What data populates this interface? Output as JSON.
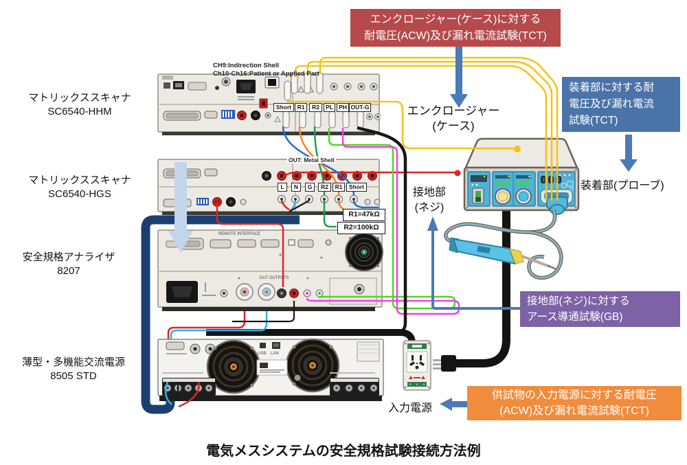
{
  "page_title": "電気メスシステムの安全規格試験接続方法例",
  "callouts": {
    "enclosure": {
      "lines": [
        "エンクロージャー(ケース)に対する",
        "耐電圧(ACW)及び漏れ電流試験(TCT)"
      ],
      "bg": "#b5494b"
    },
    "applied_part": {
      "lines": [
        "装着部に対する耐",
        "電圧及び漏れ電流",
        "試験(TCT)"
      ],
      "bg": "#4a73a8"
    },
    "ground_bond": {
      "lines": [
        "接地部(ネジ)に対する",
        "アース導通試験(GB)"
      ],
      "bg": "#7d62a6"
    },
    "input_power": {
      "lines": [
        "供試物の入力電源に対する耐電圧",
        "(ACW)及び漏れ電流試験(TCT)"
      ],
      "bg": "#f08c3c"
    }
  },
  "devices": {
    "scanner1": {
      "name": "マトリックススキャナ",
      "model": "SC6540-HHM",
      "annotation_lines": [
        "CH9:Indirection Shell",
        "Ch10-Ch16:Patient or Applied Part"
      ],
      "ports": [
        "Short",
        "R1",
        "R2",
        "PL",
        "PH",
        "OUT-G"
      ]
    },
    "scanner2": {
      "name": "マトリックススキャナ",
      "model": "SC6540-HGS",
      "annotation": "OUT: Metal Shell",
      "ports": [
        "L",
        "N",
        "G",
        "R2",
        "R1",
        "Short"
      ]
    },
    "analyzer": {
      "name": "安全規格アナライザ",
      "model": "8207",
      "panel_labels": {
        "remote_interface": "REMOTE INTERFACE",
        "dut_outputs": "DUT OUTPUTS"
      }
    },
    "power_supply": {
      "name": "薄型・多機能交流電源",
      "model": "8505 STD",
      "port_labels": [
        "USB",
        "LAN"
      ]
    }
  },
  "annotations": {
    "enclosure_point": {
      "lines": [
        "エンクロージャー",
        "(ケース)"
      ]
    },
    "ground_point": {
      "lines": [
        "接地部",
        "(ネジ)"
      ]
    },
    "applied_part_point": "装着部(プローブ)",
    "input_power_point": "入力電源",
    "r1_value": "R1=47kΩ",
    "r2_value": "R2=100kΩ"
  },
  "colors": {
    "wire_yellow": "#f5c319",
    "wire_red": "#e02323",
    "wire_cyan": "#2ab4e8",
    "wire_blue": "#1d6fd0",
    "wire_orange": "#f5871f",
    "wire_green": "#1ca04e",
    "wire_bright_green": "#55d622",
    "wire_magenta": "#f03ef0",
    "wire_black": "#161616",
    "cable_navy": "#1d3f70",
    "arrow_blue": "#4a7ab8",
    "arrow_light": "#c2d5ea"
  }
}
